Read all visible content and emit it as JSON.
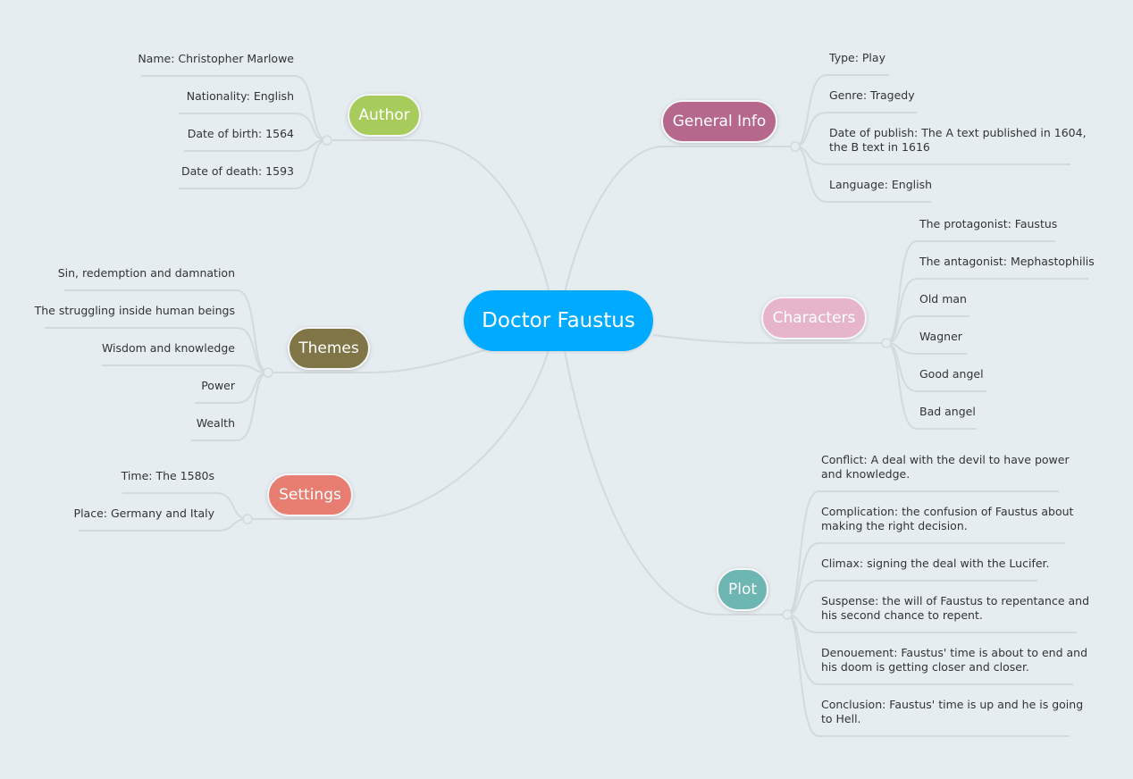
{
  "root": {
    "label": "Doctor Faustus"
  },
  "branches": {
    "author": {
      "label": "Author",
      "color": "#a8cc5c",
      "items": [
        "Name: Christopher Marlowe",
        "Nationality: English",
        "Date of birth: 1564",
        "Date of death: 1593"
      ]
    },
    "themes": {
      "label": "Themes",
      "color": "#7f7547",
      "items": [
        "Sin, redemption and damnation",
        "The struggling inside human beings",
        "Wisdom and knowledge",
        "Power",
        "Wealth"
      ]
    },
    "settings": {
      "label": "Settings",
      "color": "#e87e72",
      "items": [
        "Time: The 1580s",
        "Place: Germany and Italy"
      ]
    },
    "general": {
      "label": "General Info",
      "color": "#b5688c",
      "items": [
        "Type: Play",
        "Genre: Tragedy",
        "Date of publish: The A text published in 1604,",
        "the B text in 1616",
        "Language: English"
      ]
    },
    "characters": {
      "label": "Characters",
      "color": "#e7b5cb",
      "items": [
        "The protagonist: Faustus",
        "The antagonist: Mephastophilis",
        "Old man",
        "Wagner",
        "Good angel",
        "Bad angel"
      ]
    },
    "plot": {
      "label": "Plot",
      "color": "#6db6b2",
      "items": [
        "Conflict: A deal with the devil to have power",
        "and knowledge.",
        "Complication: the confusion of Faustus about",
        "making the right decision.",
        "Climax: signing the deal with the Lucifer.",
        "Suspense: the will of Faustus to repentance and",
        "his second chance to repent.",
        "Denouement: Faustus' time is about to end and",
        "his doom is getting closer and closer.",
        "Conclusion: Faustus' time is up and he is going",
        "to Hell."
      ]
    }
  }
}
